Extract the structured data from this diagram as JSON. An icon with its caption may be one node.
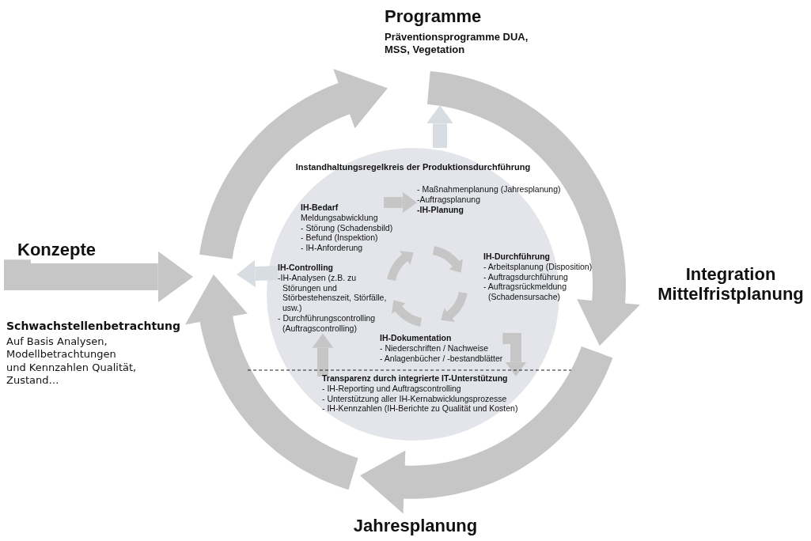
{
  "diagram": {
    "nodes": [
      {
        "text": [
          "Programme",
          "Präventionsprogramme DUA, MSS, Vegetation"
        ]
      },
      {
        "text": [
          "Integration Mittelfristplanung"
        ]
      },
      {
        "text": [
          "Jahresplanung"
        ]
      },
      {
        "text": [
          "Konzepte"
        ]
      },
      {
        "text": [
          "Instandhaltungsregelkreis der Produktionsdurchführung"
        ]
      },
      {
        "text": [
          "IH-Bedarf",
          "Meldungsabwicklung",
          "- Störung (Schadensbild)",
          "- Befund (Inspektion)",
          "- IH-Anforderung"
        ],
        "in": 4
      },
      {
        "text": [
          "- Maßnahmenplanung (Jahresplanung)",
          "-Auftragsplanung",
          "-IH-Planung"
        ],
        "in": 4
      },
      {
        "text": [
          "IH-Durchführung",
          "- Arbeitsplanung (Disposition)",
          "- Auftragsdurchführung",
          "- Auftragsrückmeldung (Schadensursache)"
        ],
        "in": 4
      },
      {
        "text": [
          "IH-Dokumentation",
          "- Niederschriften / Nachweise",
          "- Anlagenbücher / -bestandblätter"
        ],
        "in": 4
      },
      {
        "text": [
          "IH-Controlling",
          "-IH-Analysen (z.B. zu Störungen und Störbestehenszeit, Störfälle, usw.)",
          "- Durchführungscontrolling (Auftragscontrolling)"
        ],
        "in": 4
      },
      {
        "text": [
          "Transparenz durch integrierte IT-Unterstützung",
          "- IH-Reporting und Auftragscontrolling",
          "- Unterstützung aller IH-Kernabwicklungsprozesse",
          "- IH-Kennzahlen (IH-Berichte zu Qualität und Kosten)"
        ],
        "in": 4
      },
      {
        "text": [],
        "shape": "arrow"
      },
      {
        "text": [],
        "shape": "arrow"
      },
      {
        "text": [],
        "shape": "arrow"
      },
      {
        "text": [],
        "shape": "arrow"
      }
    ],
    "edges": [
      {
        "from": 3,
        "to": 12,
        "arrow": "to",
        "style": "thick"
      },
      {
        "from": 4,
        "to": 14,
        "arrow": "to"
      },
      {
        "from": 9,
        "to": 12,
        "arrow": "to"
      },
      {
        "from": 5,
        "to": 6,
        "arrow": "to"
      },
      {
        "from": 8,
        "to": 10,
        "arrow": "to"
      },
      {
        "from": 10,
        "to": 9,
        "arrow": "to"
      }
    ],
    "labels": [
      "Schwachstellenbetrachtung",
      "Auf Basis Analysen, Modellbetrachtungen und Kennzahlen Qualität, Zustand…"
    ]
  }
}
